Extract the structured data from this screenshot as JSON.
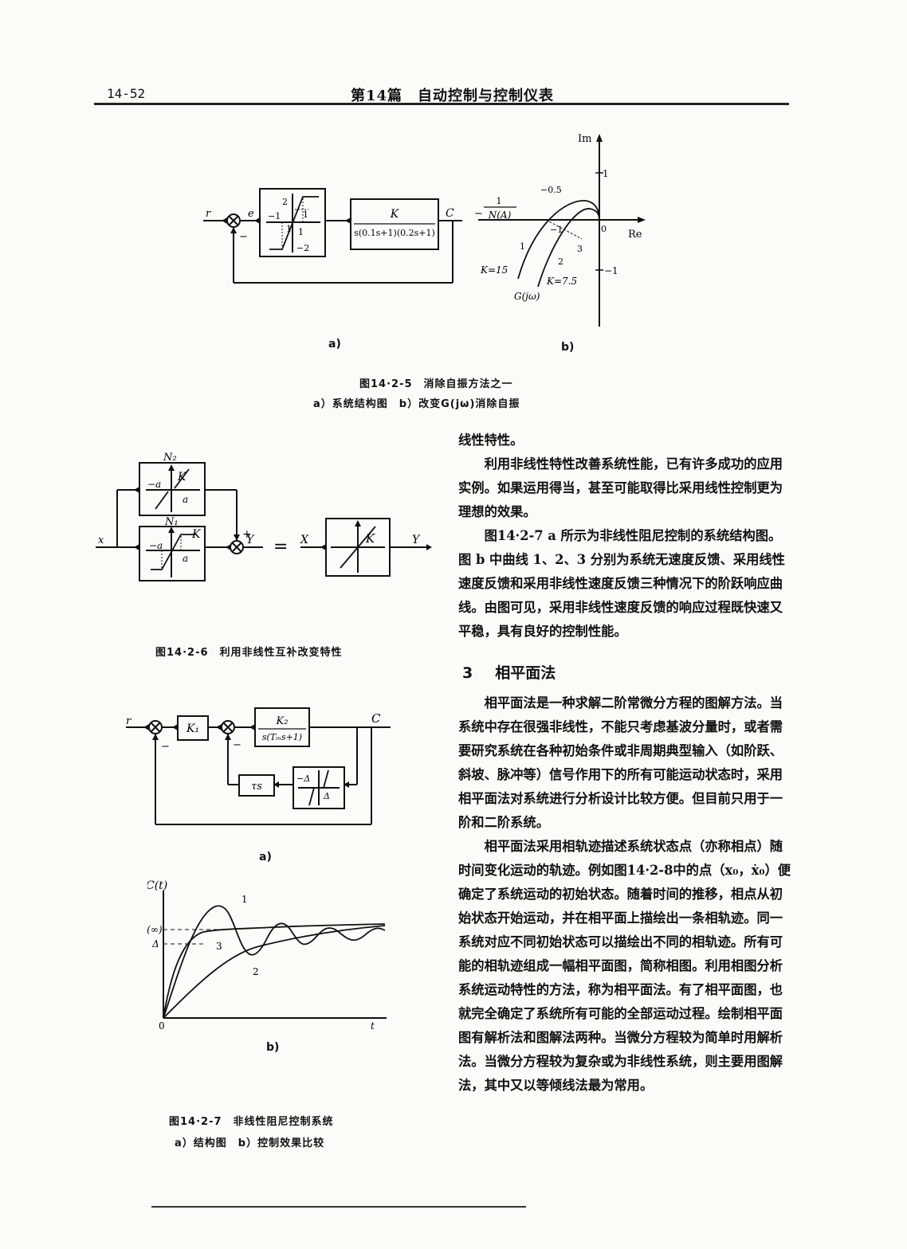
{
  "header": {
    "page_number": "14-52",
    "chapter": "第14篇　自动控制与控制仪表"
  },
  "fig5": {
    "a": {
      "r": "r",
      "e": "e",
      "c": "C",
      "minus": "−",
      "nl_labels": {
        "p2": "2",
        "n1": "−1",
        "p1t": "1",
        "n1b": "1",
        "p1r": "1",
        "n2": "−2"
      },
      "block_k": "K",
      "block_den": "s(0.1s+1)(0.2s+1)"
    },
    "b": {
      "im": "Im",
      "re": "Re",
      "tick_p1": "1",
      "tick_n1": "−1",
      "origin": "0",
      "nyq_prefix": "−",
      "nyq_num": "1",
      "nyq_den": "N(A)",
      "n05": "−0.5",
      "n1": "−1",
      "c1": "1",
      "c2": "2",
      "c3": "3",
      "k15": "K=15",
      "k75": "K=7.5",
      "gjw": "G(jω)"
    },
    "label_a": "a)",
    "label_b": "b)",
    "caption": "图14·2-5　消除自振方法之一",
    "subcaption": "a）系统结构图　b）改变G(jω)消除自振"
  },
  "fig6": {
    "n2": "N₂",
    "n1": "N₁",
    "neg_a": "−a",
    "a": "a",
    "k": "K",
    "x_in": "x",
    "plus": "+",
    "y": "Y",
    "eq": "=",
    "x": "X",
    "y_out": "Y",
    "caption": "图14·2-6　利用非线性互补改变特性"
  },
  "fig7": {
    "a": {
      "r": "r",
      "k1": "K₁",
      "k2": "K₂",
      "den": "s(Tₘs+1)",
      "c": "C",
      "minus": "−",
      "tau": "τs",
      "neg_delta": "−Δ",
      "delta": "Δ"
    },
    "label_a": "a)",
    "b": {
      "ct": "C(t)",
      "cinf": "C(∞)",
      "delta": "Δ",
      "origin": "0",
      "t": "t",
      "c1": "1",
      "c2": "2",
      "c3": "3"
    },
    "label_b": "b)",
    "caption": "图14·2-7　非线性阻尼控制系统",
    "subcaption": "a）结构图　b）控制效果比较"
  },
  "body": {
    "p0": "线性特性。",
    "p1": "利用非线性特性改善系统性能，已有许多成功的应用实例。如果运用得当，甚至可能取得比采用线性控制更为理想的效果。",
    "p2": "图14·2-7 a 所示为非线性阻尼控制的系统结构图。图 b 中曲线 1、2、3 分别为系统无速度反馈、采用线性速度反馈和采用非线性速度反馈三种情况下的阶跃响应曲线。由图可见，采用非线性速度反馈的响应过程既快速又平稳，具有良好的控制性能。",
    "section_num": "3",
    "section_title": "相平面法",
    "p3": "相平面法是一种求解二阶常微分方程的图解方法。当系统中存在很强非线性，不能只考虑基波分量时，或者需要研究系统在各种初始条件或非周期典型输入（如阶跃、斜坡、脉冲等）信号作用下的所有可能运动状态时，采用相平面法对系统进行分析设计比较方便。但目前只用于一阶和二阶系统。",
    "p4": "相平面法采用相轨迹描述系统状态点（亦称相点）随时间变化运动的轨迹。例如图14·2-8中的点（x₀，ẋ₀）便确定了系统运动的初始状态。随着时间的推移，相点从初始状态开始运动，并在相平面上描绘出一条相轨迹。同一系统对应不同初始状态可以描绘出不同的相轨迹。所有可能的相轨迹组成一幅相平面图，简称相图。利用相图分析系统运动特性的方法，称为相平面法。有了相平面图，也就完全确定了系统所有可能的全部运动过程。绘制相平面图有解析法和图解法两种。当微分方程较为简单时用解析法。当微分方程较为复杂或为非线性系统，则主要用图解法，其中又以等倾线法最为常用。"
  }
}
